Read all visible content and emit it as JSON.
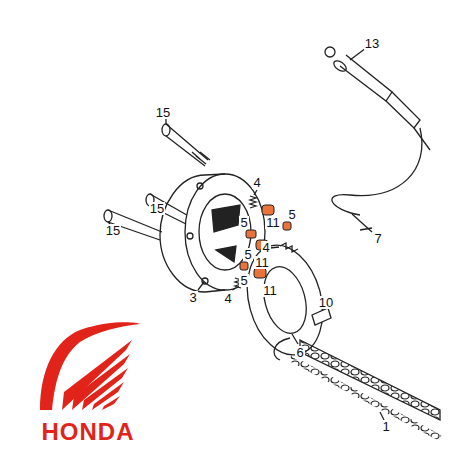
{
  "diagram": {
    "labels": [
      "13",
      "7",
      "15",
      "4",
      "15",
      "5",
      "11",
      "5",
      "15",
      "5",
      "11",
      "4",
      "11",
      "10",
      "3",
      "4",
      "5",
      "6",
      "1",
      "HONDA"
    ]
  }
}
